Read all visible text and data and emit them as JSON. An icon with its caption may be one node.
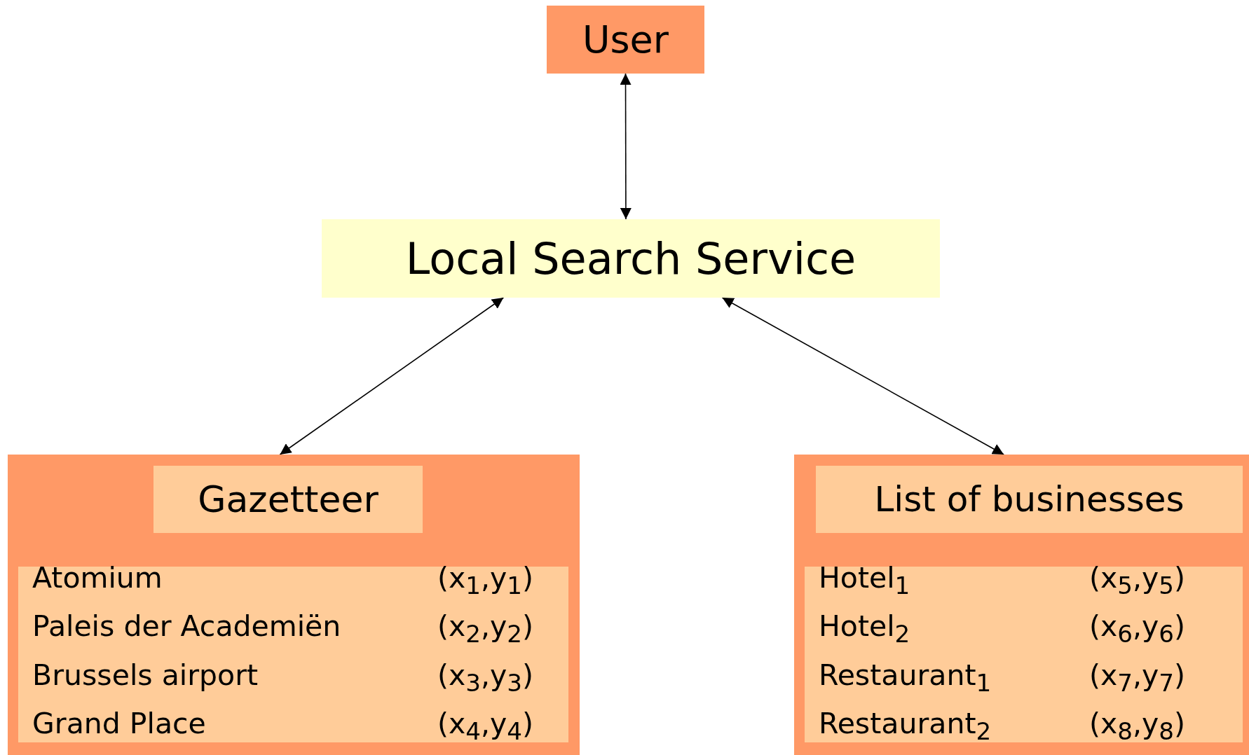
{
  "diagram": {
    "nodes": [
      {
        "text": [
          "User"
        ]
      },
      {
        "text": [
          "Local Search Service"
        ]
      },
      {
        "text": [],
        "shape": "box"
      },
      {
        "text": [
          "Gazetteer"
        ],
        "in": 2
      },
      {
        "text": [
          "Atomium",
          "(x$_{1}$,y$_{1}$)",
          "Paleis der Academiën",
          "(x$_{2}$,y$_{2}$)",
          "Brussels airport",
          "(x$_{3}$,y$_{3}$)",
          "Grand Place",
          "(x$_{4}$,y$_{4}$)"
        ],
        "in": 2
      },
      {
        "text": [],
        "shape": "box"
      },
      {
        "text": [
          "List of businesses"
        ],
        "in": 5
      },
      {
        "text": [
          "Hotel$_{1}$",
          "(x$_{5}$,y$_{5}$)",
          "Hotel$_{2}$",
          "(x$_{6}$,y$_{6}$)",
          "Restaurant$_{1}$",
          "(x$_{7}$,y$_{7}$)",
          "Restaurant$_{2}$",
          "(x$_{8}$,y$_{8}$)"
        ],
        "in": 5
      }
    ],
    "edges": [
      {
        "from": 0,
        "to": 1,
        "arrow": "both"
      },
      {
        "from": 1,
        "to": 2,
        "arrow": "both"
      },
      {
        "from": 1,
        "to": 5,
        "arrow": "both"
      }
    ]
  }
}
